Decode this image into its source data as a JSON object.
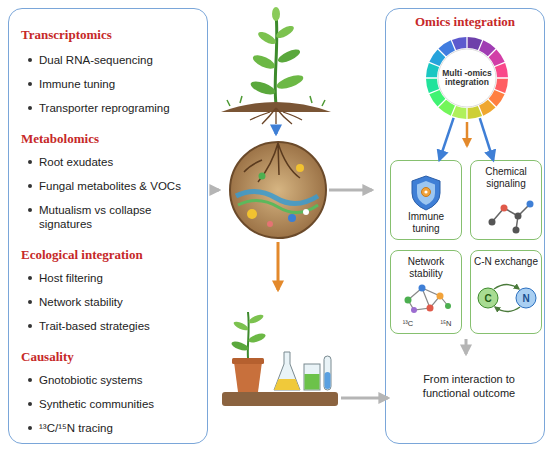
{
  "diagram": {
    "nodes": [
      {
        "text": [
          "Transcriptomics",
          "Dual RNA-sequencing",
          "Immune tuning",
          "Transporter reprograming",
          "Metabolomics",
          "Root exudates",
          "Fungal metabolites & VOCs",
          "Mutualism vs collapse signatures",
          "Ecological integration",
          "Host filtering",
          "Network stability",
          "Trait-based strategies",
          "Causality",
          "Gnotobiotic systems",
          "Synthetic communities",
          "¹³C/¹⁵N tracing"
        ]
      },
      {
        "text": [
          "Omics integration"
        ]
      },
      {
        "text": [
          "Multi -omics integration"
        ],
        "in": 1
      },
      {
        "text": [
          "Immune tuning"
        ],
        "in": 1
      },
      {
        "text": [
          "Chemical signaling"
        ],
        "in": 1
      },
      {
        "text": [
          "Network stability"
        ],
        "in": 1
      },
      {
        "text": [
          "C-N exchange"
        ],
        "in": 1
      },
      {
        "text": [
          "From interaction to functional outcome"
        ],
        "in": 1
      }
    ],
    "edges": [
      {
        "from": 2,
        "to": 3,
        "arrow": "to"
      },
      {
        "from": 2,
        "to": 4,
        "arrow": "to"
      }
    ],
    "labels": [
      "¹³C",
      "¹⁵N",
      "C",
      "N"
    ]
  }
}
